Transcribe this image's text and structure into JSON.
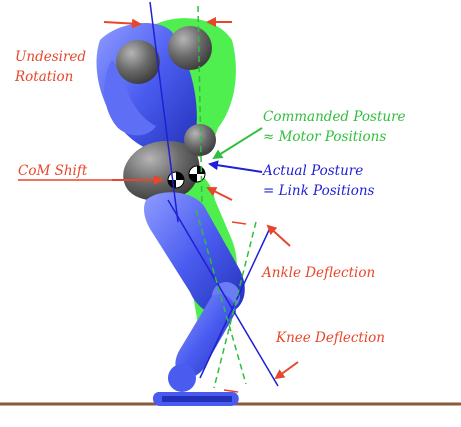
{
  "labels": {
    "undesired_rotation_1": "Undesired",
    "undesired_rotation_2": "Rotation",
    "commanded_posture_1": "Commanded Posture",
    "commanded_posture_2": "≈ Motor Positions",
    "com_shift": "CoM Shift",
    "actual_posture_1": "Actual Posture",
    "actual_posture_2": "= Link Positions",
    "ankle_deflection": "Ankle Deflection",
    "knee_deflection": "Knee Deflection"
  },
  "colors": {
    "annotation_red": "#e8462a",
    "commanded_green": "#2fbf3c",
    "actual_blue": "#1f1fd6",
    "robot_blue": "#4a5cf0",
    "robot_gray": "#5a5a5a",
    "ghost_green": "#44ee44",
    "ground": "#8a5a3a"
  }
}
